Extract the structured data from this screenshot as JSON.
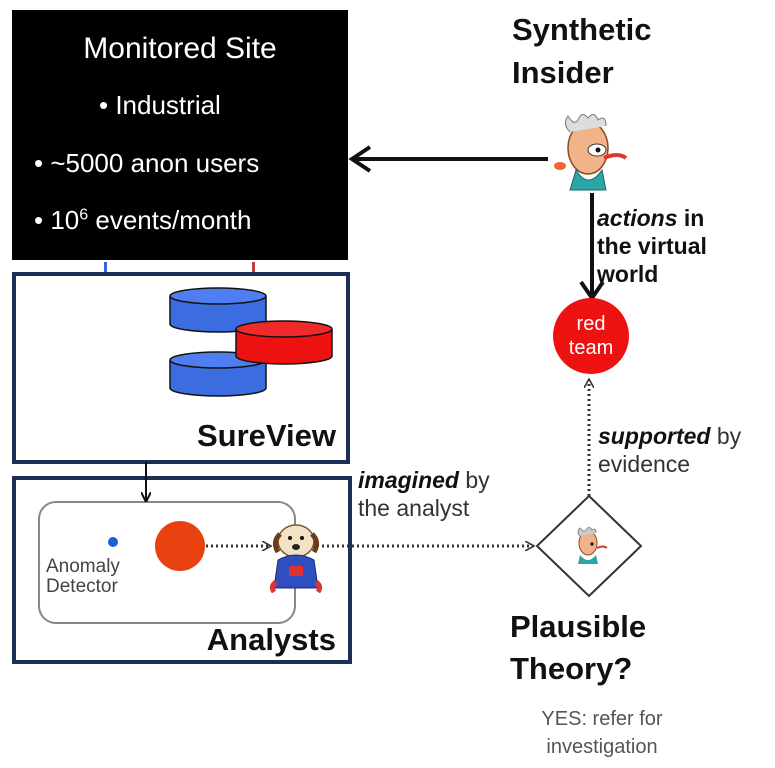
{
  "monitored_site": {
    "title": "Monitored Site",
    "bullets": [
      "Industrial",
      "~5000 anon users"
    ],
    "events_base": "10",
    "events_exp": "6",
    "events_rest": " events/month"
  },
  "sureview": {
    "label": "SureView"
  },
  "analysts": {
    "label": "Analysts",
    "detector_line1": "Anomaly",
    "detector_line2": "Detector"
  },
  "synthetic_insider": {
    "line1": "Synthetic",
    "line2": "Insider"
  },
  "actions": {
    "emph": "actions",
    "rest1": " in",
    "line2": "the virtual",
    "line3": "world"
  },
  "red_team": {
    "line1": "red",
    "line2": "team"
  },
  "supported": {
    "emph": "supported",
    "rest": " by",
    "line2": "evidence"
  },
  "imagined": {
    "emph": "imagined",
    "rest": " by",
    "line2": "the analyst"
  },
  "theory": {
    "line1": "Plausible",
    "line2": "Theory?"
  },
  "yes": {
    "line1": "YES: refer for",
    "line2": "investigation"
  },
  "colors": {
    "navy": "#1c2f55",
    "blue_db": "#3366dd",
    "red_db": "#ee1111",
    "orange": "#e8400e",
    "red_team": "#ee1111"
  }
}
